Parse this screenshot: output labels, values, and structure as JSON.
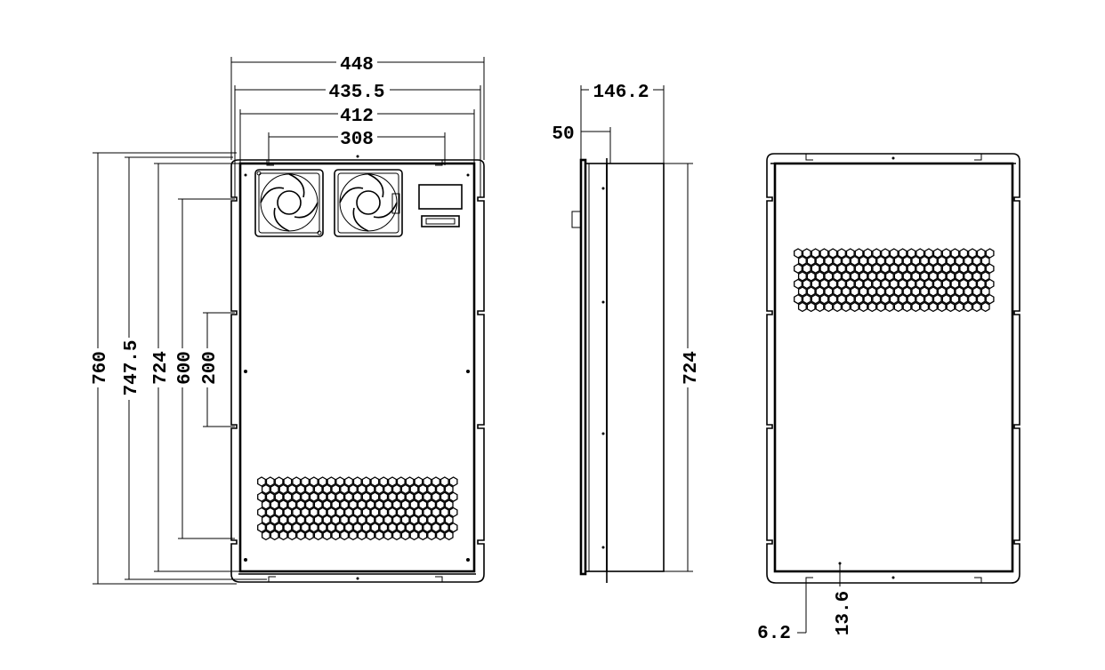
{
  "dimensions": {
    "front_width_overall": "448",
    "front_width_flange": "435.5",
    "front_width_body": "412",
    "front_fan_span": "308",
    "front_height_overall": "760",
    "front_height_flange": "747.5",
    "front_height_body": "724",
    "front_mount_span": "600",
    "front_mount_pitch": "200",
    "side_depth_total": "146.2",
    "side_depth_front": "50",
    "side_height": "724",
    "rear_offset_x": "6.2",
    "rear_offset_y": "13.6"
  }
}
